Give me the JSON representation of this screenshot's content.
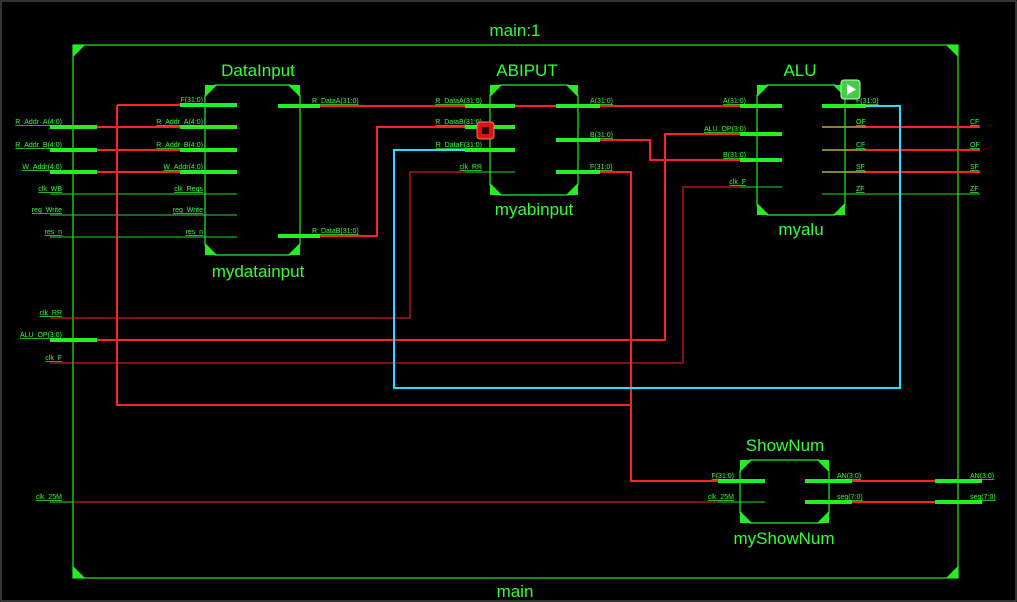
{
  "frame": {
    "top_title": "main:1",
    "bottom_title": "main"
  },
  "blocks": {
    "datainput": {
      "type": "DataInput",
      "instance": "mydatainput",
      "in_pins": [
        "F(31:0)",
        "R_Addr_A(4:0)",
        "R_Addr_B(4:0)",
        "W_Addr(4:0)",
        "clk_Regs",
        "reg_Write",
        "res_n"
      ],
      "out_pins": [
        "R_DataA(31:0)",
        "R_DataB(31:0)"
      ]
    },
    "abiput": {
      "type": "ABIPUT",
      "instance": "myabinput",
      "in_pins": [
        "R_DataA(31:0)",
        "R_DataB(31:0)",
        "R_DataF(31:0)",
        "clk_RR"
      ],
      "out_pins": [
        "A(31:0)",
        "B(31:0)",
        "F(31:0)"
      ]
    },
    "alu": {
      "type": "ALU",
      "instance": "myalu",
      "in_pins": [
        "A(31:0)",
        "ALU_OP(3:0)",
        "B(31:0)",
        "clk_F"
      ],
      "out_pins": [
        "F(31:0)",
        "OF",
        "CF",
        "SF",
        "ZF"
      ]
    },
    "shownum": {
      "type": "ShowNum",
      "instance": "myShowNum",
      "in_pins": [
        "F(31:0)",
        "clk_25M"
      ],
      "out_pins": [
        "AN(3:0)",
        "seg(7:0)"
      ]
    }
  },
  "ports": {
    "left": [
      "R_Addr_A(4:0)",
      "R_Addr_B(4:0)",
      "W_Addr(4:0)",
      "clk_WB",
      "reg_Write",
      "res_n",
      "clk_RR",
      "ALU_OP(3:0)",
      "clk_F",
      "clk_25M"
    ],
    "right": [
      "CF",
      "OF",
      "SF",
      "ZF",
      "AN(3:0)",
      "seg(7:0)"
    ]
  },
  "markers": {
    "probe": "probe-marker-icon",
    "run": "run-marker-icon"
  },
  "colors": {
    "background": "#000000",
    "schematic": "#22ee22",
    "highlight_red": "#ff2222",
    "highlight_cyan": "#22e0ff"
  }
}
